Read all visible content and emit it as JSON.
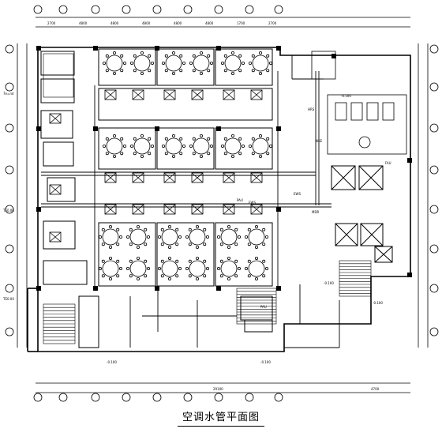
{
  "drawing": {
    "title": "空调水管平面图",
    "line_color": "#000000",
    "background": "#ffffff",
    "dims_top": [
      "2700",
      "4800",
      "4800",
      "4800",
      "4800",
      "4800",
      "1700",
      "2700"
    ],
    "dims_bottom": [
      "29100",
      "4700"
    ],
    "row_markers": 8,
    "col_markers": 9,
    "room_labels": [
      "EWS",
      "EWS",
      "FAU",
      "PAU",
      "HRS",
      "NKE",
      "MDR",
      "PAU"
    ],
    "elevation_labels": [
      "-0.100",
      "-0.100",
      "-0.100",
      "-0.100",
      "-0.100"
    ],
    "side_labels": [
      "7e=nd",
      "TE0.00",
      "TE0.00"
    ]
  }
}
